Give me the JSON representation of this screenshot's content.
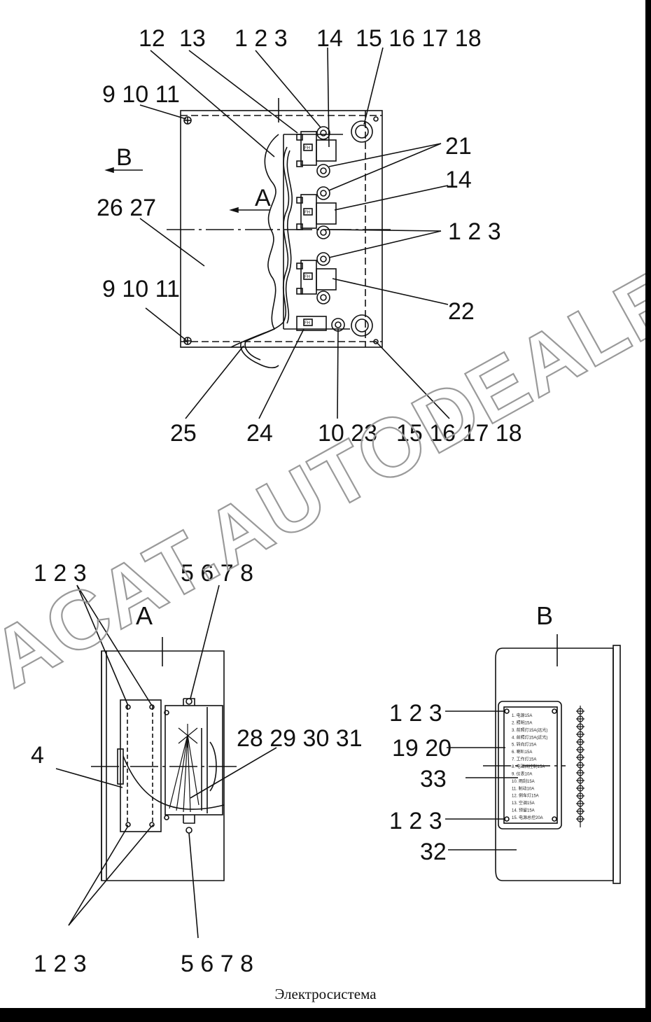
{
  "labels": {
    "p12": "12",
    "p13": "13",
    "p123_top": "1 2 3",
    "p14_top": "14",
    "p15_18_top": "15 16 17 18",
    "p9_11_top": "9 10 11",
    "viewB_arrow": "B",
    "viewA_arrow": "A",
    "p21": "21",
    "p14_mid": "14",
    "p26_27": "26 27",
    "p123_mid": "1 2 3",
    "p9_11_bot": "9 10 11",
    "p22": "22",
    "p25": "25",
    "p24": "24",
    "p10_23": "10 23",
    "p15_18_bot": "15 16 17 18",
    "a_p123_top": "1 2 3",
    "a_p5_8_top": "5 6 7 8",
    "a_p4": "4",
    "a_p28_31": "28 29 30 31",
    "a_p123_bot": "1 2 3",
    "a_p5_8_bot": "5 6 7 8",
    "b_p123_top": "1 2 3",
    "b_p19_20": "19 20",
    "b_p33": "33",
    "b_p123_bot": "1 2 3",
    "b_p32": "32"
  },
  "views": {
    "a": "A",
    "b": "B"
  },
  "relay_tags": [
    "FH",
    "FH",
    "FH"
  ],
  "relay_bottom_tag": "FH",
  "fuse_lines": [
    "1. 电源15A",
    "2. 照明15A",
    "3. 前照灯15A(远光)",
    "4. 前照灯15A(近光)",
    "5. 转向灯15A",
    "6. 喇叭15A",
    "7. 工作灯15A",
    "8. 电磁阀控制15A",
    "9. 仪表10A",
    "10. 雨刮15A",
    "11. 制动10A",
    "12. 倒车灯15A",
    "13. 空调15A",
    "14. 预留15A",
    "15. 电源总控20A"
  ],
  "watermark": "ACAT.AUTODEALER.RU",
  "caption": "Электросистема"
}
